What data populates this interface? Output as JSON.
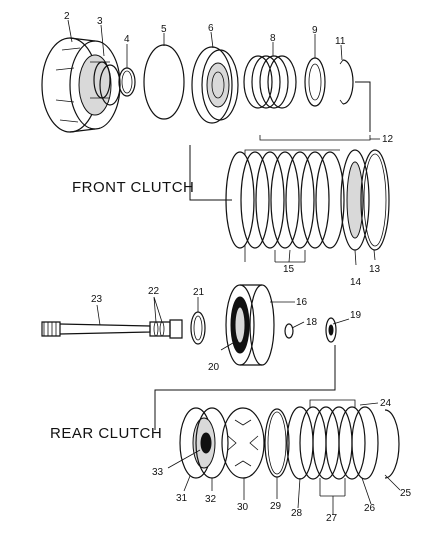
{
  "diagram": {
    "sections": {
      "front_clutch": "FRONT CLUTCH",
      "rear_clutch": "REAR CLUTCH"
    },
    "callouts": [
      "2",
      "3",
      "4",
      "5",
      "6",
      "8",
      "9",
      "11",
      "12",
      "13",
      "14",
      "15",
      "16",
      "18",
      "19",
      "20",
      "21",
      "22",
      "23",
      "24",
      "25",
      "26",
      "27",
      "28",
      "29",
      "30",
      "31",
      "32",
      "33"
    ]
  }
}
